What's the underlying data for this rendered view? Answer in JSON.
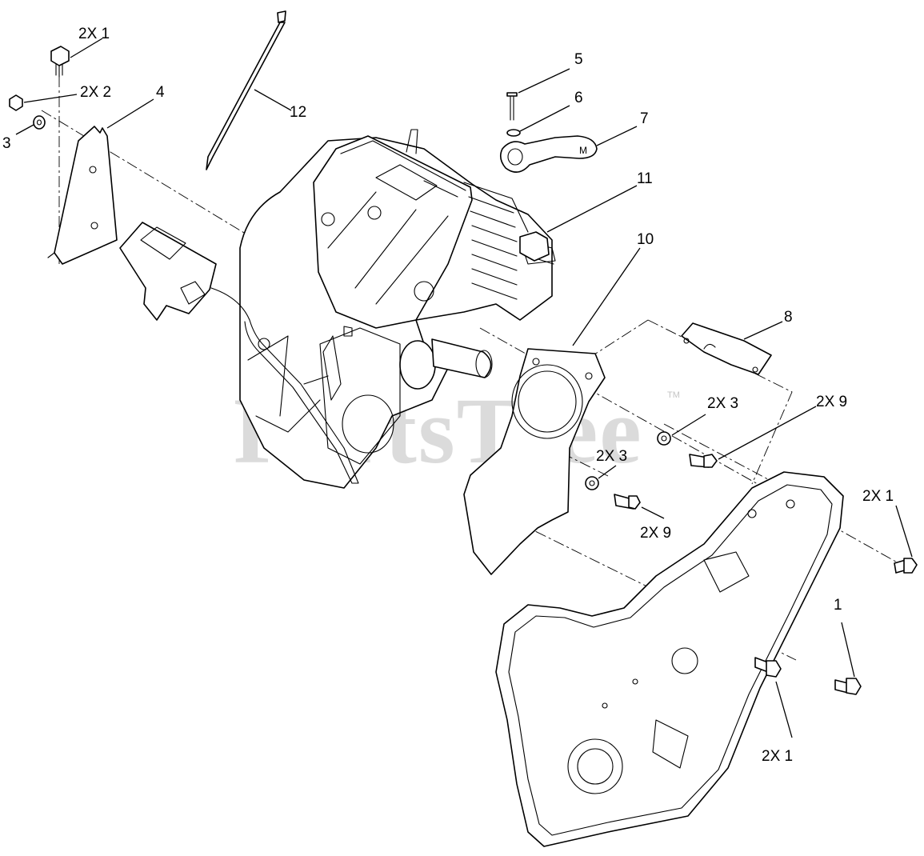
{
  "watermark": {
    "text": "PartsTree",
    "trademark": "TM"
  },
  "callouts": [
    {
      "id": "c1",
      "text": "2X  1"
    },
    {
      "id": "c2",
      "text": "2X  2"
    },
    {
      "id": "c3",
      "text": "3"
    },
    {
      "id": "c4",
      "text": "4"
    },
    {
      "id": "c5",
      "text": "12"
    },
    {
      "id": "c6",
      "text": "5"
    },
    {
      "id": "c7",
      "text": "6"
    },
    {
      "id": "c8",
      "text": "7"
    },
    {
      "id": "c9",
      "text": "11"
    },
    {
      "id": "c10",
      "text": "10"
    },
    {
      "id": "c11",
      "text": "8"
    },
    {
      "id": "c12",
      "text": "2X  3"
    },
    {
      "id": "c13",
      "text": "2X  9"
    },
    {
      "id": "c14",
      "text": "2X  3"
    },
    {
      "id": "c15",
      "text": "2X  9"
    },
    {
      "id": "c16",
      "text": "2X 1"
    },
    {
      "id": "c17",
      "text": "1"
    },
    {
      "id": "c18",
      "text": "2X  1"
    }
  ]
}
